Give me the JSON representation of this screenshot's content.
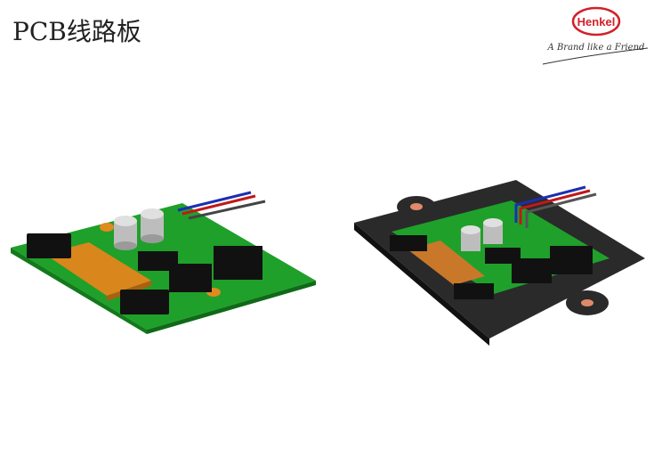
{
  "slide": {
    "title": "PCB线路板"
  },
  "logo": {
    "brand": "Henkel",
    "tagline": "A Brand like a Friend",
    "brand_color": "#d3202a"
  },
  "figures": [
    {
      "name": "bare-pcb-board",
      "description": "PCB board with components, capacitors, flex cable and wires"
    },
    {
      "name": "pcb-in-housing",
      "description": "PCB mounted inside black housing with mounting ears"
    }
  ],
  "colors": {
    "pcb_green": "#1fa02a",
    "housing_black": "#2a2a2a",
    "flex_orange": "#d9861c",
    "wire_blue": "#1a2fb0",
    "wire_red": "#c01818",
    "wire_gray": "#444444"
  }
}
